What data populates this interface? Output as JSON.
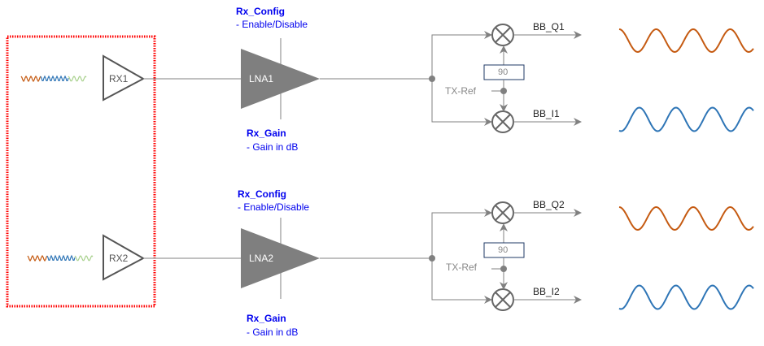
{
  "colors": {
    "line": "#808080",
    "lna_fill": "#7f7f7f",
    "annotation": "#0000ee",
    "q_wave": "#c55a11",
    "i_wave": "#2e75b6",
    "noise_green": "#a9d18e",
    "boundary": "#ff0000"
  },
  "chains": [
    {
      "rx_label": "RX1",
      "lna_label": "LNA1",
      "config_title": "Rx_Config",
      "config_desc": "- Enable/Disable",
      "gain_title": "Rx_Gain",
      "gain_desc": "-  Gain in dB",
      "phase_shift": "90",
      "ref_label": "TX-Ref",
      "q_output": "BB_Q1",
      "i_output": "BB_I1"
    },
    {
      "rx_label": "RX2",
      "lna_label": "LNA2",
      "config_title": "Rx_Config",
      "config_desc": "- Enable/Disable",
      "gain_title": "Rx_Gain",
      "gain_desc": "- Gain in dB",
      "phase_shift": "90",
      "ref_label": "TX-Ref",
      "q_output": "BB_Q2",
      "i_output": "BB_I2"
    }
  ]
}
